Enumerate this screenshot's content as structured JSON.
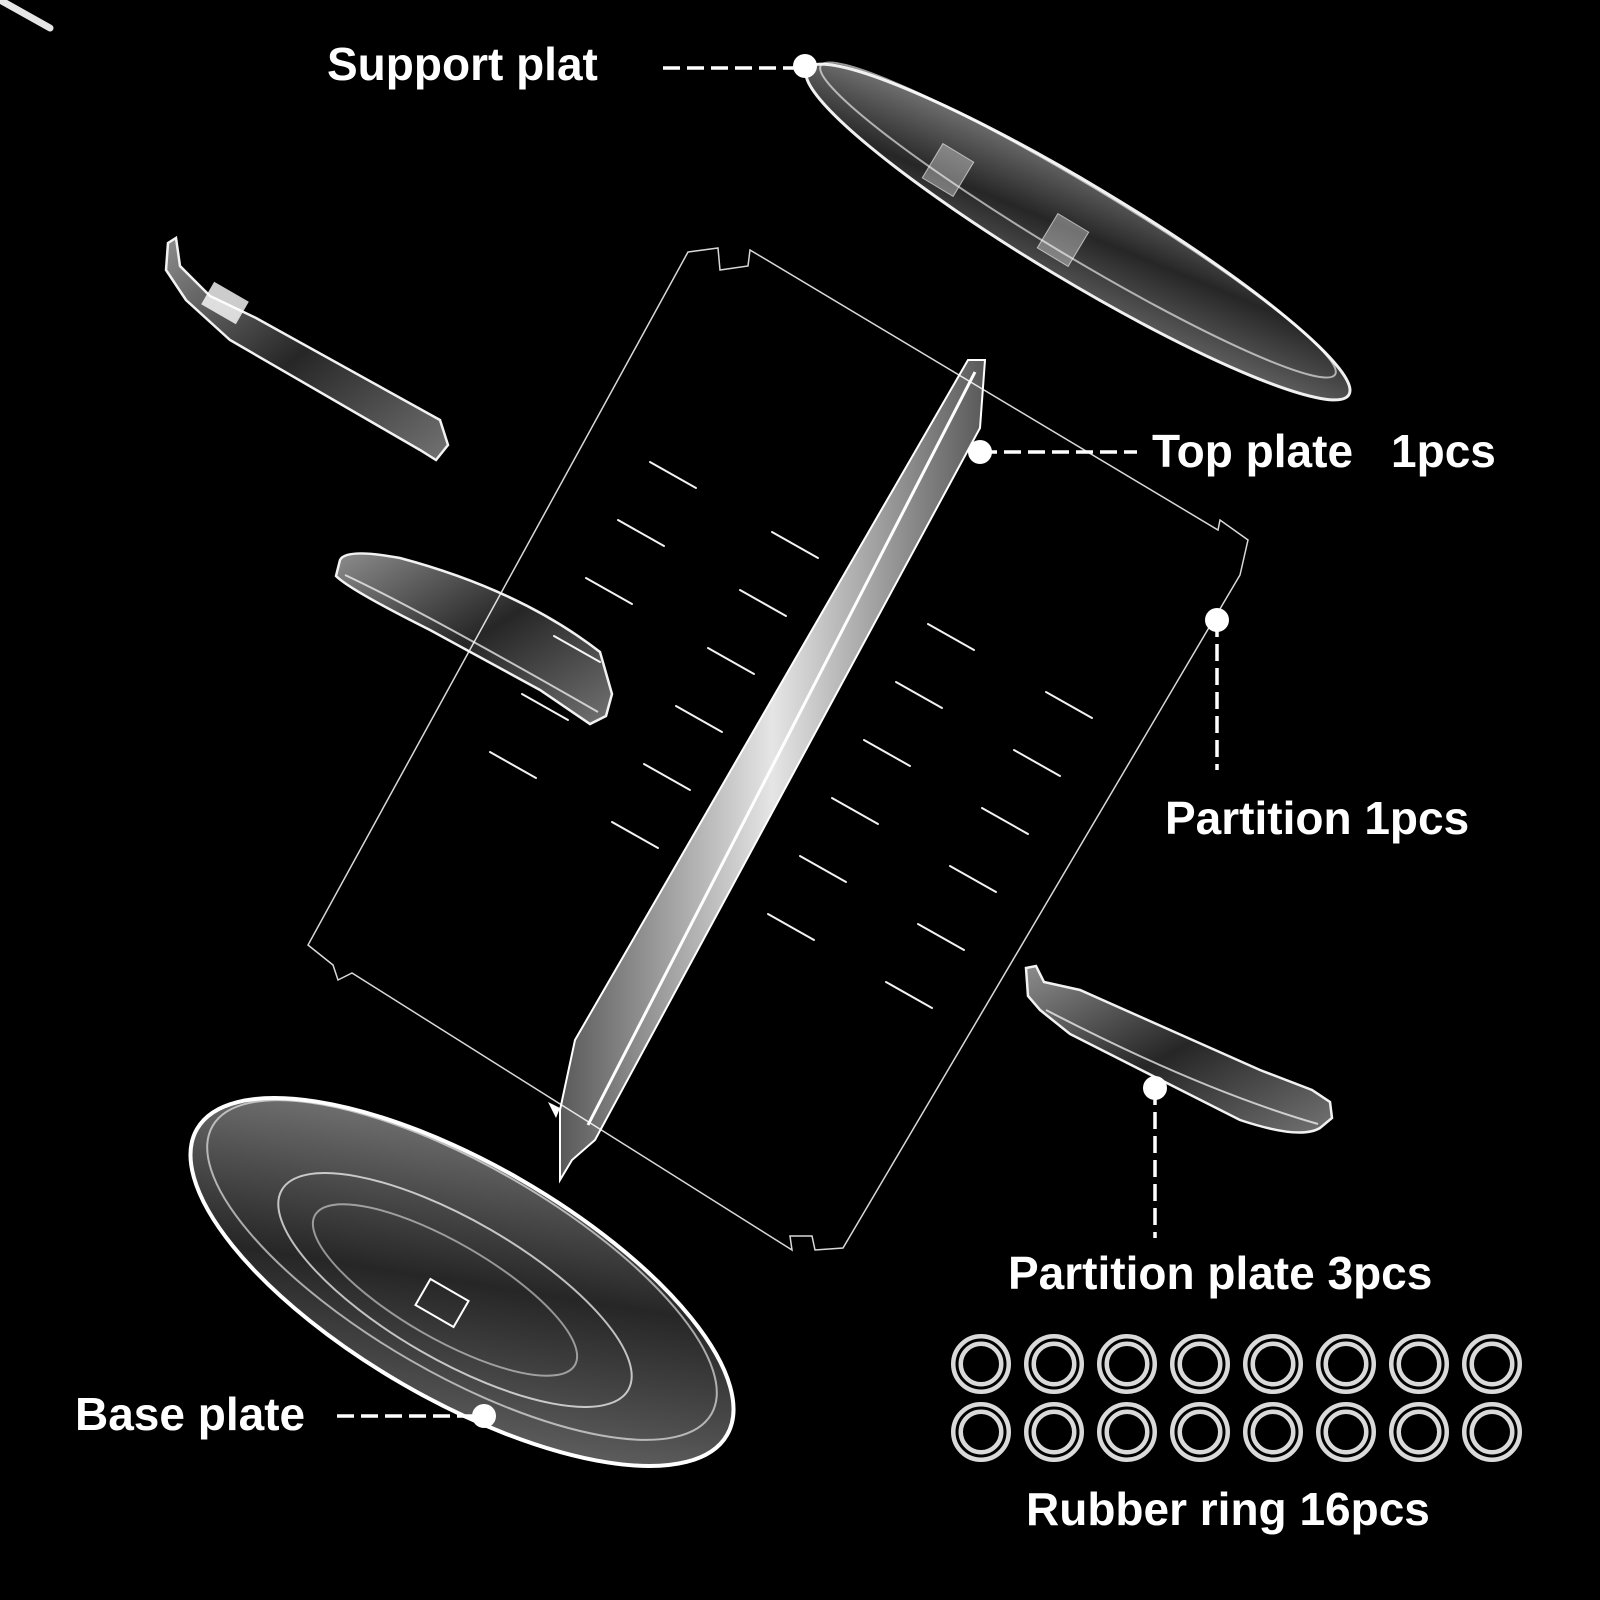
{
  "labels": {
    "support_plate": "Support plat",
    "top_plate_name": "Top plate",
    "top_plate_qty": "1pcs",
    "partition": "Partition 1pcs",
    "partition_plate": "Partition plate 3pcs",
    "base_plate": "Base plate",
    "rubber_ring": "Rubber ring 16pcs"
  },
  "rubber_ring_count": 16,
  "colors": {
    "background": "#000000",
    "text": "#ffffff",
    "part_outline": "#e8e8e8"
  }
}
